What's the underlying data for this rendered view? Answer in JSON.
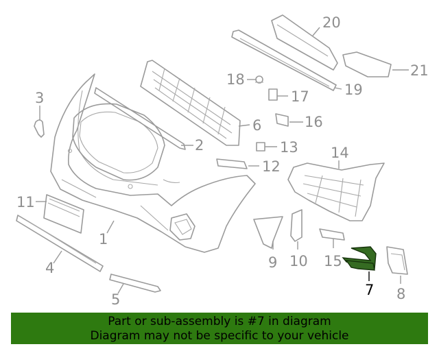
{
  "callouts": [
    {
      "number": "1"
    },
    {
      "number": "2"
    },
    {
      "number": "3"
    },
    {
      "number": "4"
    },
    {
      "number": "5"
    },
    {
      "number": "6"
    },
    {
      "number": "7",
      "highlighted": true
    },
    {
      "number": "8"
    },
    {
      "number": "9"
    },
    {
      "number": "10"
    },
    {
      "number": "11"
    },
    {
      "number": "12"
    },
    {
      "number": "13"
    },
    {
      "number": "14"
    },
    {
      "number": "15"
    },
    {
      "number": "16"
    },
    {
      "number": "17"
    },
    {
      "number": "18"
    },
    {
      "number": "19"
    },
    {
      "number": "20"
    },
    {
      "number": "21"
    }
  ],
  "banner": {
    "line1": "Part or sub-assembly is #7 in diagram",
    "line2": "Diagram may not be specific to your vehicle",
    "background": "#2e7a10"
  },
  "colors": {
    "linework": "#9a9a9a",
    "highlight_part": "#356b22",
    "highlight_label": "#000000"
  }
}
